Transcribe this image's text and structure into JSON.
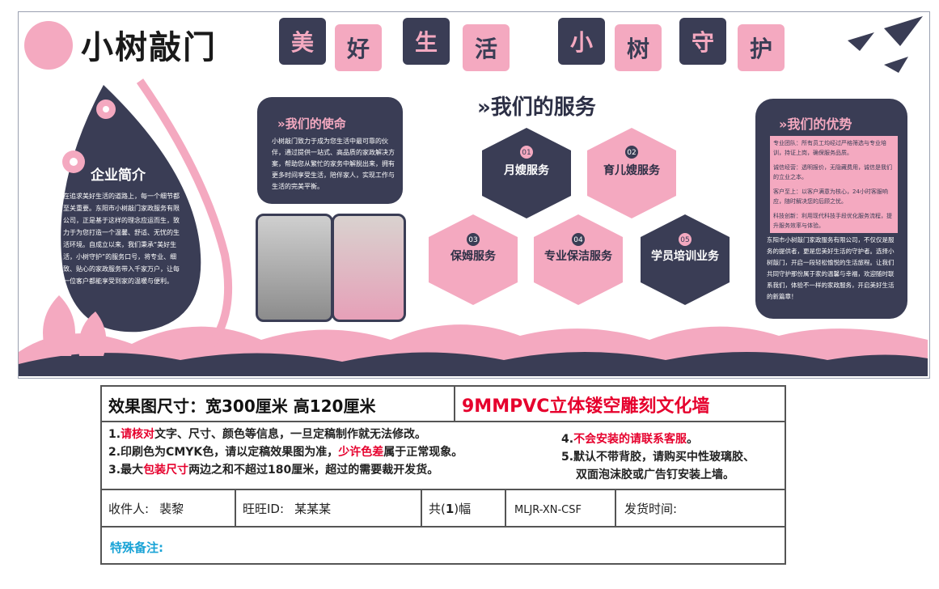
{
  "wall": {
    "logo_text": "小树敲门",
    "slogan_tiles": [
      "美",
      "好",
      "生",
      "活",
      "小",
      "树",
      "守",
      "护"
    ],
    "intro": {
      "title": "企业简介",
      "body": "在追求美好生活的道路上，每一个细节都至关重要。东阳市小树敲门家政服务有限公司，正是基于这样的理念应运而生，致力于为您打造一个温馨、舒适、无忧的生活环境。自成立以来，我们秉承“美好生活，小树守护”的服务口号，将专业、细致、贴心的家政服务带入千家万户，让每一位客户都能享受到家的温暖与便利。"
    },
    "mission": {
      "title": "»我们的使命",
      "body": "小树敲门致力于成为您生活中最可靠的伙伴，通过提供一站式、高品质的家政解决方案，帮助您从繁忙的家务中解脱出来，拥有更多时间享受生活，陪伴家人，实现工作与生活的完美平衡。"
    },
    "services": {
      "title": "»我们的服务",
      "items": [
        {
          "num": "01",
          "label": "月嫂服务"
        },
        {
          "num": "02",
          "label": "育儿嫂服务"
        },
        {
          "num": "03",
          "label": "保姆服务"
        },
        {
          "num": "04",
          "label": "专业保洁服务"
        },
        {
          "num": "05",
          "label": "学员培训业务"
        }
      ]
    },
    "advantages": {
      "title": "»我们的优势",
      "items": [
        "专业团队：所有员工均经过严格筛选与专业培训，持证上岗，确保服务品质。",
        "诚信经营：透明报价，无隐藏费用，诚信是我们的立业之本。",
        "客户至上：以客户满意为核心，24小时客服响应，随时解决您的后顾之忧。",
        "科技创新：利用现代科技手段优化服务流程，提升服务效率与体验。"
      ],
      "body": "东阳市小树敲门家政服务有限公司，不仅仅是服务的提供者，更是您美好生活的守护者。选择小树敲门，开启一段轻松愉悦的生活旅程。让我们共同守护那份属于家的温馨与幸福，欢迎随时联系我们，体验不一样的家政服务，开启美好生活的新篇章！"
    }
  },
  "order": {
    "size_label": "效果图尺寸：宽300厘米  高120厘米",
    "product": "9MMPVC立体镂空雕刻文化墙",
    "notes_left": [
      {
        "pre": "1.",
        "hl": "请核对",
        "post": "文字、尺寸、颜色等信息，一旦定稿制作就无法修改。"
      },
      {
        "pre": "2.印刷色为CMYK色，请以定稿效果图为准，",
        "hl": "少许色差",
        "post": "属于正常现象。"
      },
      {
        "pre": "3.最大",
        "hl": "包装尺寸",
        "post": "两边之和不超过180厘米，超过的需要裁开发货。"
      }
    ],
    "notes_right": [
      {
        "pre": "4.",
        "hl": "不会安装的请联系客服",
        "post": "。"
      },
      {
        "pre": "5.默认不带背胶，请购买中性玻璃胶、",
        "hl": "",
        "post": ""
      },
      {
        "pre": "双面泡沫胶或广告钉安装上墙。",
        "hl": "",
        "post": ""
      }
    ],
    "recipient_label": "收件人:",
    "recipient": "裴黎",
    "wangwang_label": "旺旺ID:",
    "wangwang": "某某某",
    "count_pre": "共(",
    "count": "1",
    "count_post": ")幅",
    "code": "MLJR-XN-CSF",
    "ship_label": "发货时间:",
    "remark_label": "特殊备注:"
  },
  "colors": {
    "navy": "#3a3d55",
    "pink": "#f4a9c0",
    "red": "#e6002d"
  }
}
